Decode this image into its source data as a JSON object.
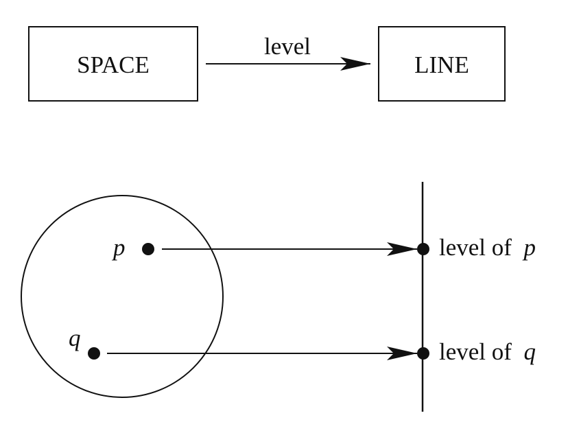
{
  "top_diagram": {
    "left_box_label": "SPACE",
    "arrow_label": "level",
    "right_box_label": "LINE"
  },
  "bottom_diagram": {
    "point_p": {
      "name": "p",
      "target_prefix": "level of ",
      "target_var": "p"
    },
    "point_q": {
      "name": "q",
      "target_prefix": "level of ",
      "target_var": "q"
    }
  },
  "colors": {
    "ink": "#111111",
    "background": "#ffffff"
  }
}
